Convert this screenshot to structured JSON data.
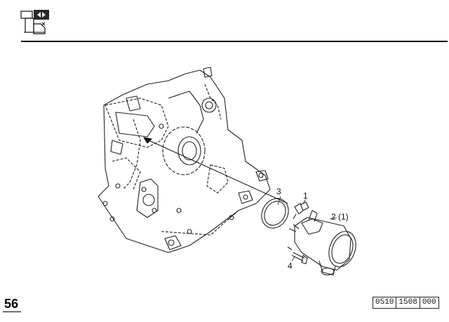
{
  "header": {
    "icon": "engine-timing-cover-section-icon"
  },
  "callouts": {
    "part_1": "1",
    "part_2": "2 (1)",
    "part_3": "3",
    "part_4": "4"
  },
  "footer": {
    "page_number": "56",
    "reference": [
      "0510",
      "1508",
      "000"
    ]
  }
}
